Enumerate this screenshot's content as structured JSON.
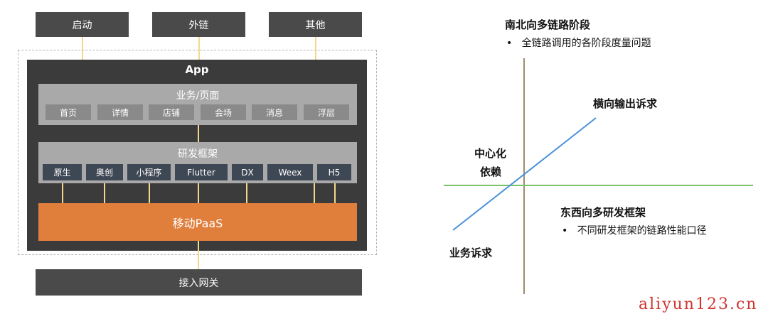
{
  "top_boxes": [
    "启动",
    "外链",
    "其他"
  ],
  "app": {
    "title": "App",
    "business_title": "业务/页面",
    "pages": [
      "首页",
      "详情",
      "店铺",
      "会场",
      "消息",
      "浮层"
    ],
    "framework_title": "研发框架",
    "frameworks": [
      "原生",
      "奥创",
      "小程序",
      "Flutter",
      "DX",
      "Weex",
      "H5"
    ],
    "paas": "移动PaaS"
  },
  "gateway": "接入网关",
  "quadrant": {
    "top_heading": "南北向多链路阶段",
    "top_bullet": "全链路调用的各阶段度量问题",
    "top_right_label": "横向输出诉求",
    "left_label_line1": "中心化",
    "left_label_line2": "依赖",
    "right_heading": "东西向多研发框架",
    "right_bullet": "不同研发框架的链路性能口径",
    "bottom_left_label": "业务诉求",
    "colors": {
      "vertical_axis": "#a08a6a",
      "horizontal_axis": "#7cc26b",
      "diagonal": "#4a90d9"
    }
  },
  "watermark": "aliyun123.cn"
}
